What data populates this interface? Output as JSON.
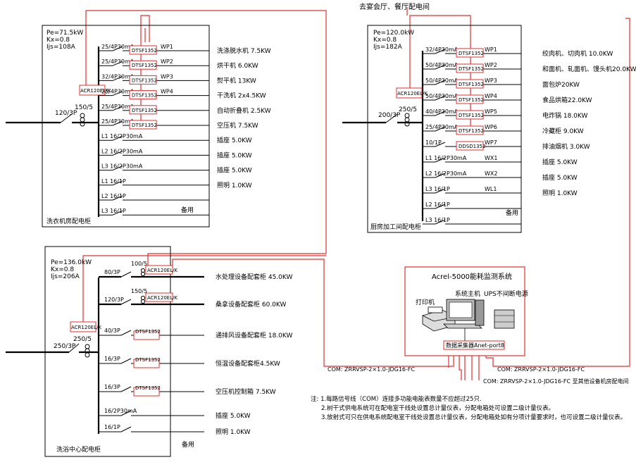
{
  "top_note": "去宴会厅、餐厅配电间",
  "laundry": {
    "params": [
      "Pe=71.5kW",
      "Kx=0.8",
      "Ijs=108A"
    ],
    "title": "洗衣机房配电柜",
    "main_breaker": "120/3P",
    "ct": "150/5",
    "meter": "ACR120EL/K",
    "spare": "备用",
    "circuits": [
      {
        "breaker": "25/4P30mA",
        "meter": "DTSF1352",
        "wp": "WP1",
        "load": "洗涤脱水机 7.5KW"
      },
      {
        "breaker": "25/4P30mA",
        "meter": "DTSF1352",
        "wp": "WP2",
        "load": "烘干机 6.0KW"
      },
      {
        "breaker": "32/4P30mA",
        "meter": "DTSF1352",
        "wp": "WP3",
        "load": "熨平机 13KW"
      },
      {
        "breaker": "25/4P30mA",
        "meter": "DTSF1352",
        "wp": "WP4",
        "load": "干洗机 2x4.5KW"
      },
      {
        "breaker": "25/4P30mA",
        "meter": "DTSF1352",
        "wp": "",
        "load": "自动折叠机 2.5KW"
      },
      {
        "breaker": "25/4P30mA",
        "meter": "DTSF1352",
        "wp": "",
        "load": "空压机 7.5KW"
      },
      {
        "breaker": "L1 16/2P30mA",
        "meter": "",
        "wp": "",
        "load": "插座 5.0KW"
      },
      {
        "breaker": "L2 16/2P30mA",
        "meter": "",
        "wp": "",
        "load": "插座 5.0KW"
      },
      {
        "breaker": "L3 16/2P30mA",
        "meter": "",
        "wp": "",
        "load": "插座 5.0KW"
      },
      {
        "breaker": "L1 16/1P",
        "meter": "",
        "wp": "",
        "load": "照明 1.0KW"
      },
      {
        "breaker": "L2 16/1P",
        "meter": "",
        "wp": "",
        "load": ""
      },
      {
        "breaker": "L3 16/1P",
        "meter": "",
        "wp": "",
        "load": ""
      }
    ]
  },
  "kitchen": {
    "params": [
      "Pe=120.0kW",
      "Kx=0.8",
      "Ijs=182A"
    ],
    "title": "厨房加工间配电柜",
    "main_breaker": "200/3P",
    "ct": "250/5",
    "meter": "ACR120EL/K",
    "spare": "备用",
    "circuits": [
      {
        "breaker": "32/4P30mA",
        "meter": "DTSF1352",
        "wp": "WP1",
        "load": "绞肉机、切肉机 10.0KW"
      },
      {
        "breaker": "50/4P30mA",
        "meter": "DTSF1352",
        "wp": "WP2",
        "load": "和面机、轧面机、馒头机20.0KW"
      },
      {
        "breaker": "50/4P30mA",
        "meter": "DTSF1352",
        "wp": "WP3",
        "load": "面包炉20KW"
      },
      {
        "breaker": "50/4P30mA",
        "meter": "DTSF1352",
        "wp": "WP4",
        "load": "食品烘箱22.0KW"
      },
      {
        "breaker": "40/4P30mA",
        "meter": "DTSF1352",
        "wp": "WP5",
        "load": "电炸锅 18.0KW"
      },
      {
        "breaker": "25/4P30mA",
        "meter": "DTSF1352",
        "wp": "WP6",
        "load": "冷藏柜 9.0KW"
      },
      {
        "breaker": "10/1P",
        "meter": "DDSD1352",
        "wp": "WP7",
        "load": "排油烟机 3.0KW"
      },
      {
        "breaker": "L1 16/2P30mA",
        "meter": "",
        "wp": "WX1",
        "load": "插座 5.0KW"
      },
      {
        "breaker": "L2 16/2P30mA",
        "meter": "",
        "wp": "WX2",
        "load": "插座 5.0KW"
      },
      {
        "breaker": "L3 16/1P",
        "meter": "",
        "wp": "WL1",
        "load": "照明 1.0KW"
      },
      {
        "breaker": "L2 16/1P",
        "meter": "",
        "wp": "",
        "load": ""
      },
      {
        "breaker": "L3 16/1P",
        "meter": "",
        "wp": "",
        "load": ""
      }
    ]
  },
  "bath": {
    "params": [
      "Pe=136.0kW",
      "Kx=0.8",
      "Ijs=206A"
    ],
    "title": "洗浴中心配电柜",
    "main_breaker": "250/3P",
    "ct": "250/5",
    "meter": "ACR120EL/K",
    "spare": "备用",
    "circuits": [
      {
        "breaker": "80/3P",
        "ct": "100/5",
        "meter": "ACR120EL/K",
        "load": "水处理设备配套柜 45.0KW"
      },
      {
        "breaker": "120/3P",
        "ct": "150/5",
        "meter": "ACR120EL/K",
        "load": "桑拿设备配套柜 60.0KW"
      },
      {
        "breaker": "40/3P",
        "ct": "",
        "meter": "DTSF1352",
        "load": "通排风设备配套柜 18.0KW"
      },
      {
        "breaker": "16/3P",
        "ct": "",
        "meter": "DTSF1352",
        "load": "恒温设备配套柜4.5KW"
      },
      {
        "breaker": "16/3P",
        "ct": "",
        "meter": "DTSF1352",
        "load": "空压机控制箱 7.5KW"
      },
      {
        "breaker": "16/2P30mA",
        "ct": "",
        "meter": "",
        "load": "插座 5.0KW"
      },
      {
        "breaker": "16/1P",
        "ct": "",
        "meter": "",
        "load": "照明 1.0KW"
      }
    ]
  },
  "monitor": {
    "title": "Acrel-5000能耗监测系统",
    "printer": "打印机",
    "host": "系统主机",
    "ups": "UPS不间断电源",
    "collector": "数据采集器Anet-port8",
    "com_left": "COM: ZRRVSP-2×1.0-JDG16-FC",
    "com_right": "COM: ZRRVSP-2×1.0-JDG16-FC",
    "com_bottom": "COM: ZRRVSP-2×1.0-JDG16-FC 至其他设备机房配电间"
  },
  "notes": [
    "注: 1.每路信号线（COM）连接多功能电能表数量不应超过25只.",
    "2.树干式供电系统可在配电室干线处设置总计量仪表，分配电箱处可设置二级计量仪表。",
    "3.放射式可只在供电系统配电室干线处设置总计量仪表，分配电箱处如有分项计量要求时，也可设置二级计量仪表。"
  ]
}
